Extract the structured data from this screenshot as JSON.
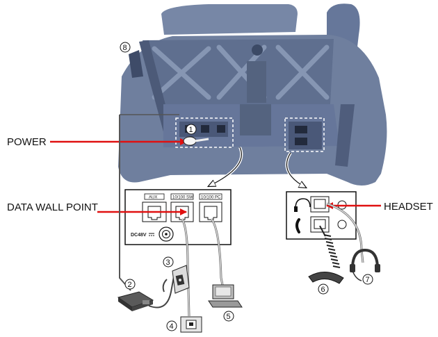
{
  "labels": {
    "power": "POWER",
    "data_wall_point": "DATA WALL POINT",
    "headset": "HEADSET"
  },
  "ports": {
    "aux": "AUX",
    "sw": "10/100 SW",
    "pc": "10/100 PC",
    "dc": "DC48V"
  },
  "callouts": [
    "1",
    "2",
    "3",
    "4",
    "5",
    "6",
    "7",
    "8"
  ],
  "colors": {
    "phone_body": "#6f7f9e",
    "phone_dark": "#53627f",
    "arrow": "#e01010",
    "panel_stroke": "#111111"
  },
  "icons": [
    "phone-back-housing",
    "power-adapter-icon",
    "wall-outlet-icon",
    "ethernet-jack-icon",
    "computer-icon",
    "handset-icon",
    "headset-icon"
  ]
}
